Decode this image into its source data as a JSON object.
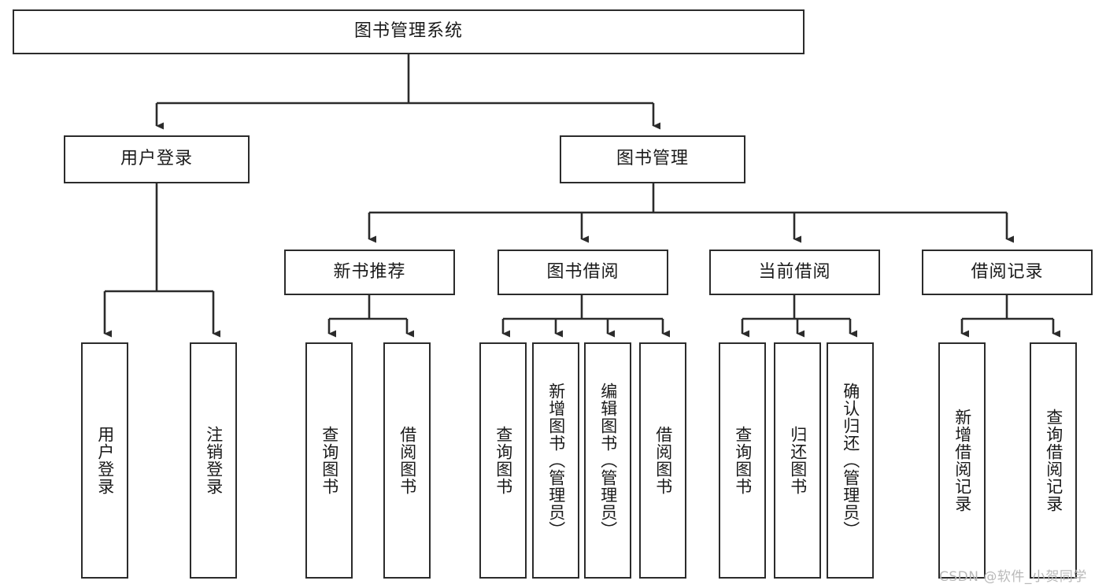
{
  "diagram": {
    "title": "图书管理系统",
    "type": "tree",
    "orientation": "top-down",
    "colors": {
      "box_border": "#2b2b2b",
      "box_fill": "#ffffff",
      "edge": "#2b2b2b",
      "text": "#1a1a1a",
      "watermark": "#b9b9b9",
      "background": "#ffffff"
    }
  },
  "nodes": {
    "root": {
      "label": "图书管理系统"
    },
    "level1": [
      {
        "label": "用户登录"
      },
      {
        "label": "图书管理"
      }
    ],
    "level2": [
      {
        "label": "新书推荐"
      },
      {
        "label": "图书借阅"
      },
      {
        "label": "当前借阅"
      },
      {
        "label": "借阅记录"
      }
    ],
    "leaves": {
      "user_login": [
        {
          "label": "用户登录"
        },
        {
          "label": "注销登录"
        }
      ],
      "new_book_recommend": [
        {
          "label": "查询图书"
        },
        {
          "label": "借阅图书"
        }
      ],
      "book_borrow": [
        {
          "label": "查询图书"
        },
        {
          "label": "新增图书（管理员）"
        },
        {
          "label": "编辑图书（管理员）"
        },
        {
          "label": "借阅图书"
        }
      ],
      "current_borrow": [
        {
          "label": "查询图书"
        },
        {
          "label": "归还图书"
        },
        {
          "label": "确认归还（管理员）"
        }
      ],
      "borrow_record": [
        {
          "label": "新增借阅记录"
        },
        {
          "label": "查询借阅记录"
        }
      ]
    }
  },
  "watermark": {
    "text": "CSDN @软件_小贺同学"
  }
}
